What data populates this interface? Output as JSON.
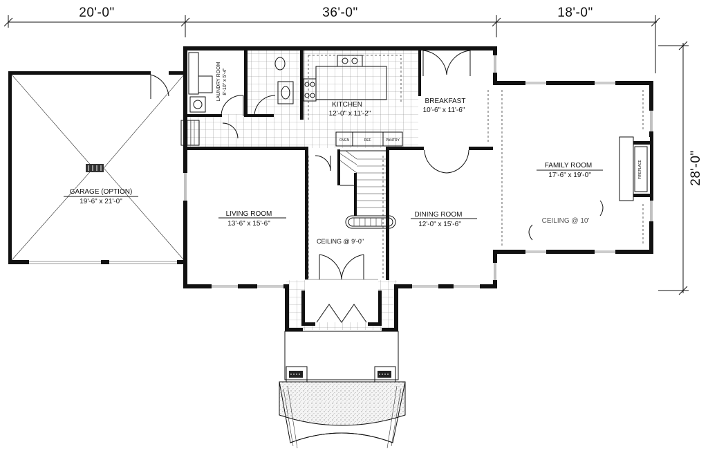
{
  "dimensions": {
    "garage_width": "20'-0\"",
    "center_width": "36'-0\"",
    "family_width": "18'-0\"",
    "depth": "28'-0\""
  },
  "rooms": {
    "garage": {
      "name": "GARAGE (OPTION)",
      "size": "19'-6\" x 21'-0\""
    },
    "laundry": {
      "name": "LAUNDRY ROOM",
      "size": "8'-10\" x 5'-4\""
    },
    "kitchen": {
      "name": "KITCHEN",
      "size": "12'-0\" x 11'-2\""
    },
    "breakfast": {
      "name": "BREAKFAST",
      "size": "10'-6\" x 11'-6\""
    },
    "family": {
      "name": "FAMILY ROOM",
      "size": "17'-6\" x 19'-0\""
    },
    "living": {
      "name": "LIVING ROOM",
      "size": "13'-6\" x 15'-6\""
    },
    "dining": {
      "name": "DINING ROOM",
      "size": "12'-0\" x 15'-6\""
    }
  },
  "notes": {
    "ceiling_center": "CEILING @ 9'-0\"",
    "ceiling_family": "CEILING @ 10'",
    "fireplace": "FIREPLACE"
  },
  "appliances": {
    "oven": "OVEN",
    "ref": "REF.",
    "pantry": "PANTRY"
  }
}
